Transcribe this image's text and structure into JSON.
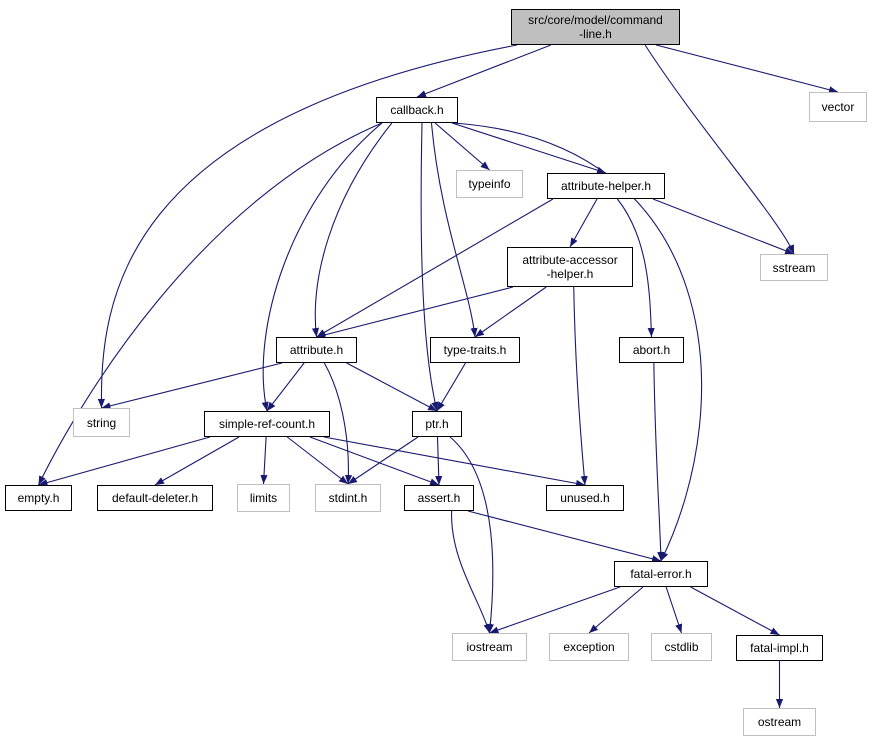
{
  "diagram": {
    "edge_color": "#191970",
    "root_fill": "#bfbfbf",
    "system_border": "#bfbfbf",
    "nodes": {
      "command_line": {
        "label": "src/core/model/command\n-line.h",
        "kind": "root"
      },
      "vector": {
        "label": "vector",
        "kind": "system"
      },
      "callback": {
        "label": "callback.h",
        "kind": "local"
      },
      "typeinfo": {
        "label": "typeinfo",
        "kind": "system"
      },
      "attribute_helper": {
        "label": "attribute-helper.h",
        "kind": "local"
      },
      "sstream": {
        "label": "sstream",
        "kind": "system"
      },
      "attribute_accessor_helper": {
        "label": "attribute-accessor\n-helper.h",
        "kind": "local"
      },
      "attribute": {
        "label": "attribute.h",
        "kind": "local"
      },
      "type_traits": {
        "label": "type-traits.h",
        "kind": "local"
      },
      "abort": {
        "label": "abort.h",
        "kind": "local"
      },
      "string": {
        "label": "string",
        "kind": "system"
      },
      "simple_ref_count": {
        "label": "simple-ref-count.h",
        "kind": "local"
      },
      "ptr": {
        "label": "ptr.h",
        "kind": "local"
      },
      "empty": {
        "label": "empty.h",
        "kind": "local"
      },
      "default_deleter": {
        "label": "default-deleter.h",
        "kind": "local"
      },
      "limits": {
        "label": "limits",
        "kind": "system"
      },
      "stdint": {
        "label": "stdint.h",
        "kind": "system"
      },
      "assert": {
        "label": "assert.h",
        "kind": "local"
      },
      "unused": {
        "label": "unused.h",
        "kind": "local"
      },
      "fatal_error": {
        "label": "fatal-error.h",
        "kind": "local"
      },
      "iostream": {
        "label": "iostream",
        "kind": "system"
      },
      "exception": {
        "label": "exception",
        "kind": "system"
      },
      "cstdlib": {
        "label": "cstdlib",
        "kind": "system"
      },
      "fatal_impl": {
        "label": "fatal-impl.h",
        "kind": "local"
      },
      "ostream": {
        "label": "ostream",
        "kind": "system"
      }
    },
    "edges": [
      [
        "command_line",
        "callback"
      ],
      [
        "command_line",
        "string"
      ],
      [
        "command_line",
        "sstream"
      ],
      [
        "command_line",
        "vector"
      ],
      [
        "callback",
        "typeinfo"
      ],
      [
        "callback",
        "attribute_helper"
      ],
      [
        "callback",
        "attribute"
      ],
      [
        "callback",
        "type_traits"
      ],
      [
        "callback",
        "ptr"
      ],
      [
        "callback",
        "simple_ref_count"
      ],
      [
        "callback",
        "empty"
      ],
      [
        "callback",
        "fatal_error"
      ],
      [
        "attribute_helper",
        "attribute_accessor_helper"
      ],
      [
        "attribute_helper",
        "sstream"
      ],
      [
        "attribute_helper",
        "abort"
      ],
      [
        "attribute_helper",
        "attribute"
      ],
      [
        "attribute_accessor_helper",
        "attribute"
      ],
      [
        "attribute_accessor_helper",
        "type_traits"
      ],
      [
        "attribute_accessor_helper",
        "unused"
      ],
      [
        "attribute",
        "string"
      ],
      [
        "attribute",
        "simple_ref_count"
      ],
      [
        "attribute",
        "stdint"
      ],
      [
        "attribute",
        "ptr"
      ],
      [
        "type_traits",
        "ptr"
      ],
      [
        "abort",
        "fatal_error"
      ],
      [
        "simple_ref_count",
        "empty"
      ],
      [
        "simple_ref_count",
        "default_deleter"
      ],
      [
        "simple_ref_count",
        "limits"
      ],
      [
        "simple_ref_count",
        "stdint"
      ],
      [
        "simple_ref_count",
        "assert"
      ],
      [
        "simple_ref_count",
        "unused"
      ],
      [
        "ptr",
        "stdint"
      ],
      [
        "ptr",
        "assert"
      ],
      [
        "ptr",
        "iostream"
      ],
      [
        "assert",
        "fatal_error"
      ],
      [
        "assert",
        "iostream"
      ],
      [
        "fatal_error",
        "iostream"
      ],
      [
        "fatal_error",
        "exception"
      ],
      [
        "fatal_error",
        "cstdlib"
      ],
      [
        "fatal_error",
        "fatal_impl"
      ],
      [
        "fatal_impl",
        "ostream"
      ]
    ]
  }
}
